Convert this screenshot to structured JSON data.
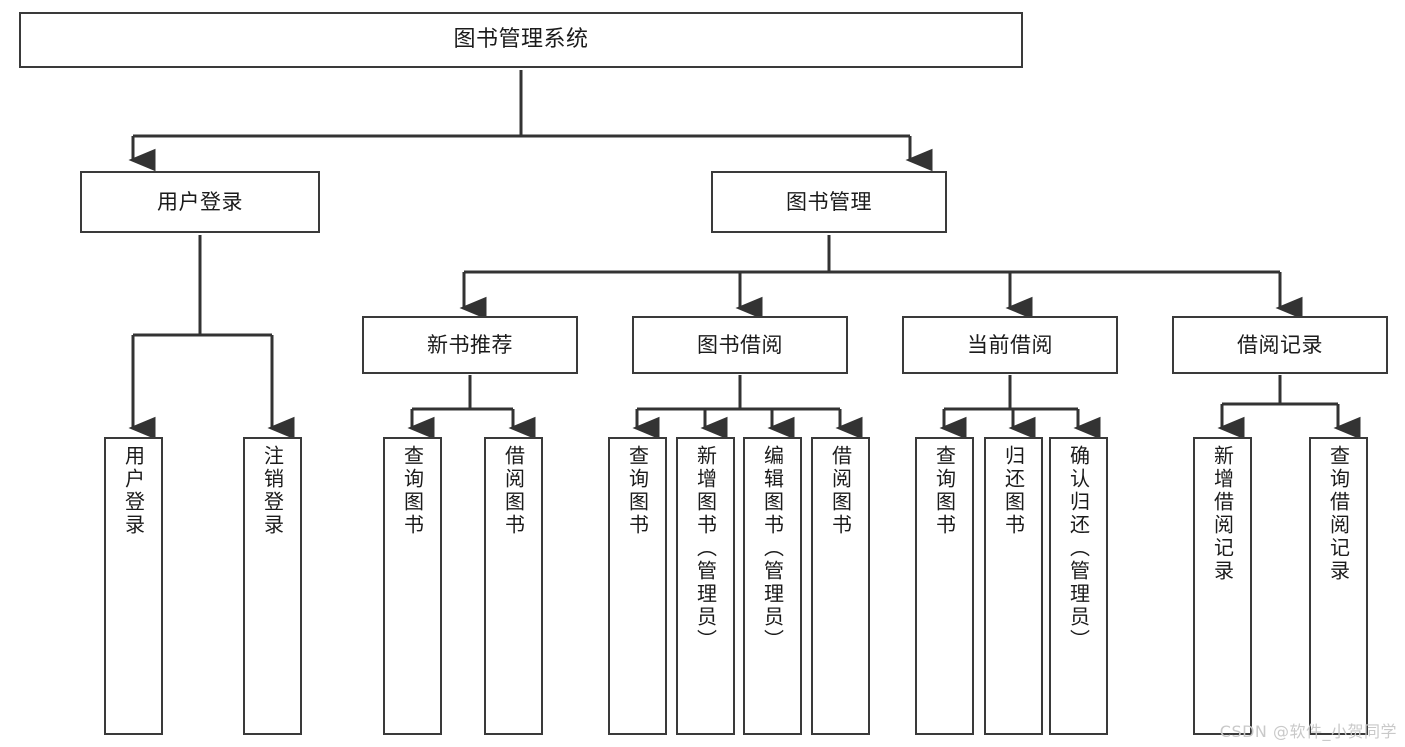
{
  "diagram": {
    "type": "tree-hierarchy",
    "title": "图书管理系统",
    "root": {
      "label": "图书管理系统"
    },
    "level2": [
      {
        "id": "user-login",
        "label": "用户登录"
      },
      {
        "id": "book-manage",
        "label": "图书管理"
      }
    ],
    "level3": [
      {
        "id": "new-book-recommend",
        "label": "新书推荐"
      },
      {
        "id": "book-borrow",
        "label": "图书借阅"
      },
      {
        "id": "current-borrow",
        "label": "当前借阅"
      },
      {
        "id": "borrow-record",
        "label": "借阅记录"
      }
    ],
    "leaves": {
      "user_login": [
        {
          "id": "user-login-leaf",
          "label": "用户登录"
        },
        {
          "id": "user-logout-leaf",
          "label": "注销登录"
        }
      ],
      "new_book_recommend": [
        {
          "id": "query-book-1",
          "label": "查询图书"
        },
        {
          "id": "borrow-book-1",
          "label": "借阅图书"
        }
      ],
      "book_borrow": [
        {
          "id": "query-book-2",
          "label": "查询图书"
        },
        {
          "id": "add-book-admin",
          "label": "新增图书（管理员）"
        },
        {
          "id": "edit-book-admin",
          "label": "编辑图书（管理员）"
        },
        {
          "id": "borrow-book-2",
          "label": "借阅图书"
        }
      ],
      "current_borrow": [
        {
          "id": "query-book-3",
          "label": "查询图书"
        },
        {
          "id": "return-book",
          "label": "归还图书"
        },
        {
          "id": "confirm-return-admin",
          "label": "确认归还（管理员）"
        }
      ],
      "borrow_record": [
        {
          "id": "add-borrow-record",
          "label": "新增借阅记录"
        },
        {
          "id": "query-borrow-record",
          "label": "查询借阅记录"
        }
      ]
    }
  },
  "watermark": {
    "text": "CSDN @软件_小贺同学"
  },
  "colors": {
    "box_border": "#3a3a3a",
    "box_fill": "#ffffff",
    "text": "#1b1b1b",
    "connector": "#333333",
    "watermark": "#c9c9c9",
    "background": "#ffffff"
  }
}
